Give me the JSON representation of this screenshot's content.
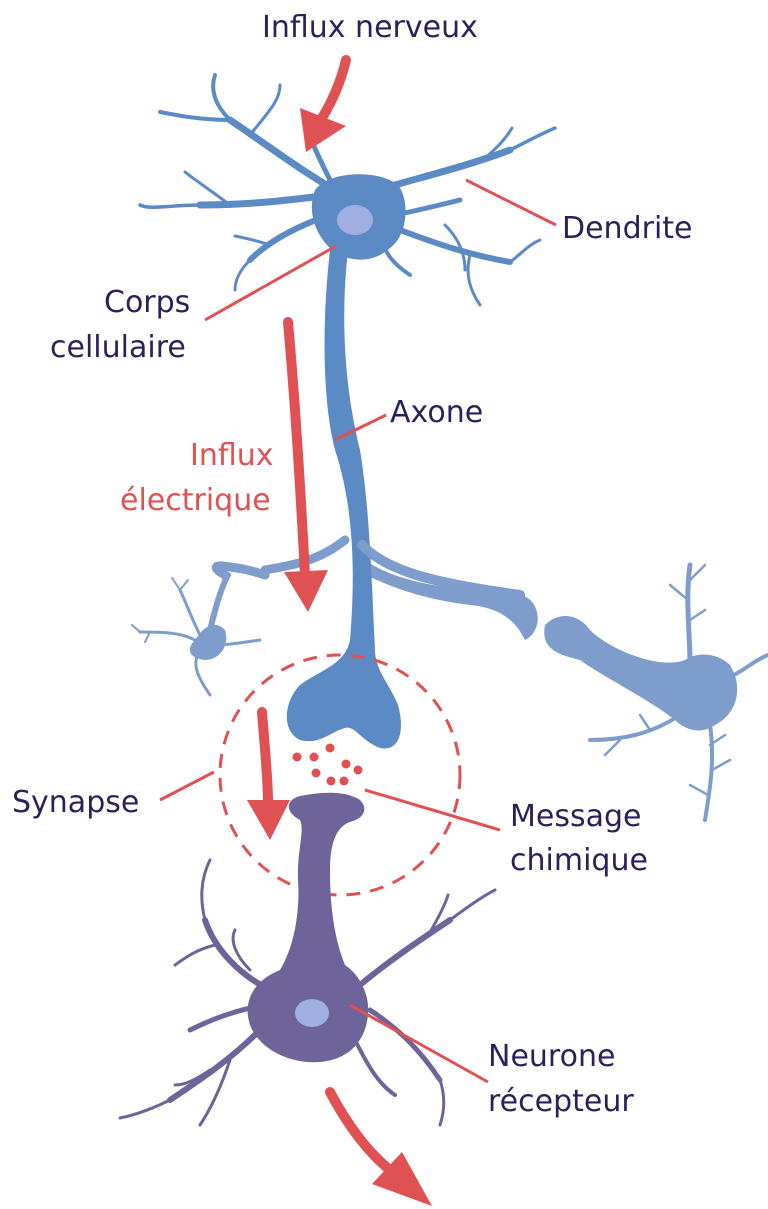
{
  "labels": {
    "influx_nerveux": "Influx nerveux",
    "dendrite": "Dendrite",
    "corps_line1": "Corps",
    "corps_line2": "cellulaire",
    "axone": "Axone",
    "influx_elec_line1": "Influx",
    "influx_elec_line2": "électrique",
    "synapse": "Synapse",
    "message_line1": "Message",
    "message_line2": "chimique",
    "neurone_line1": "Neurone",
    "neurone_line2": "récepteur"
  },
  "colors": {
    "label_text": "#2b1f5c",
    "red": "#e05154",
    "neuron_blue": "#5b8ac4",
    "neuron_light": "#7f9dcc",
    "neuron_purple": "#6e6499",
    "nucleus": "#9fb0e0"
  }
}
